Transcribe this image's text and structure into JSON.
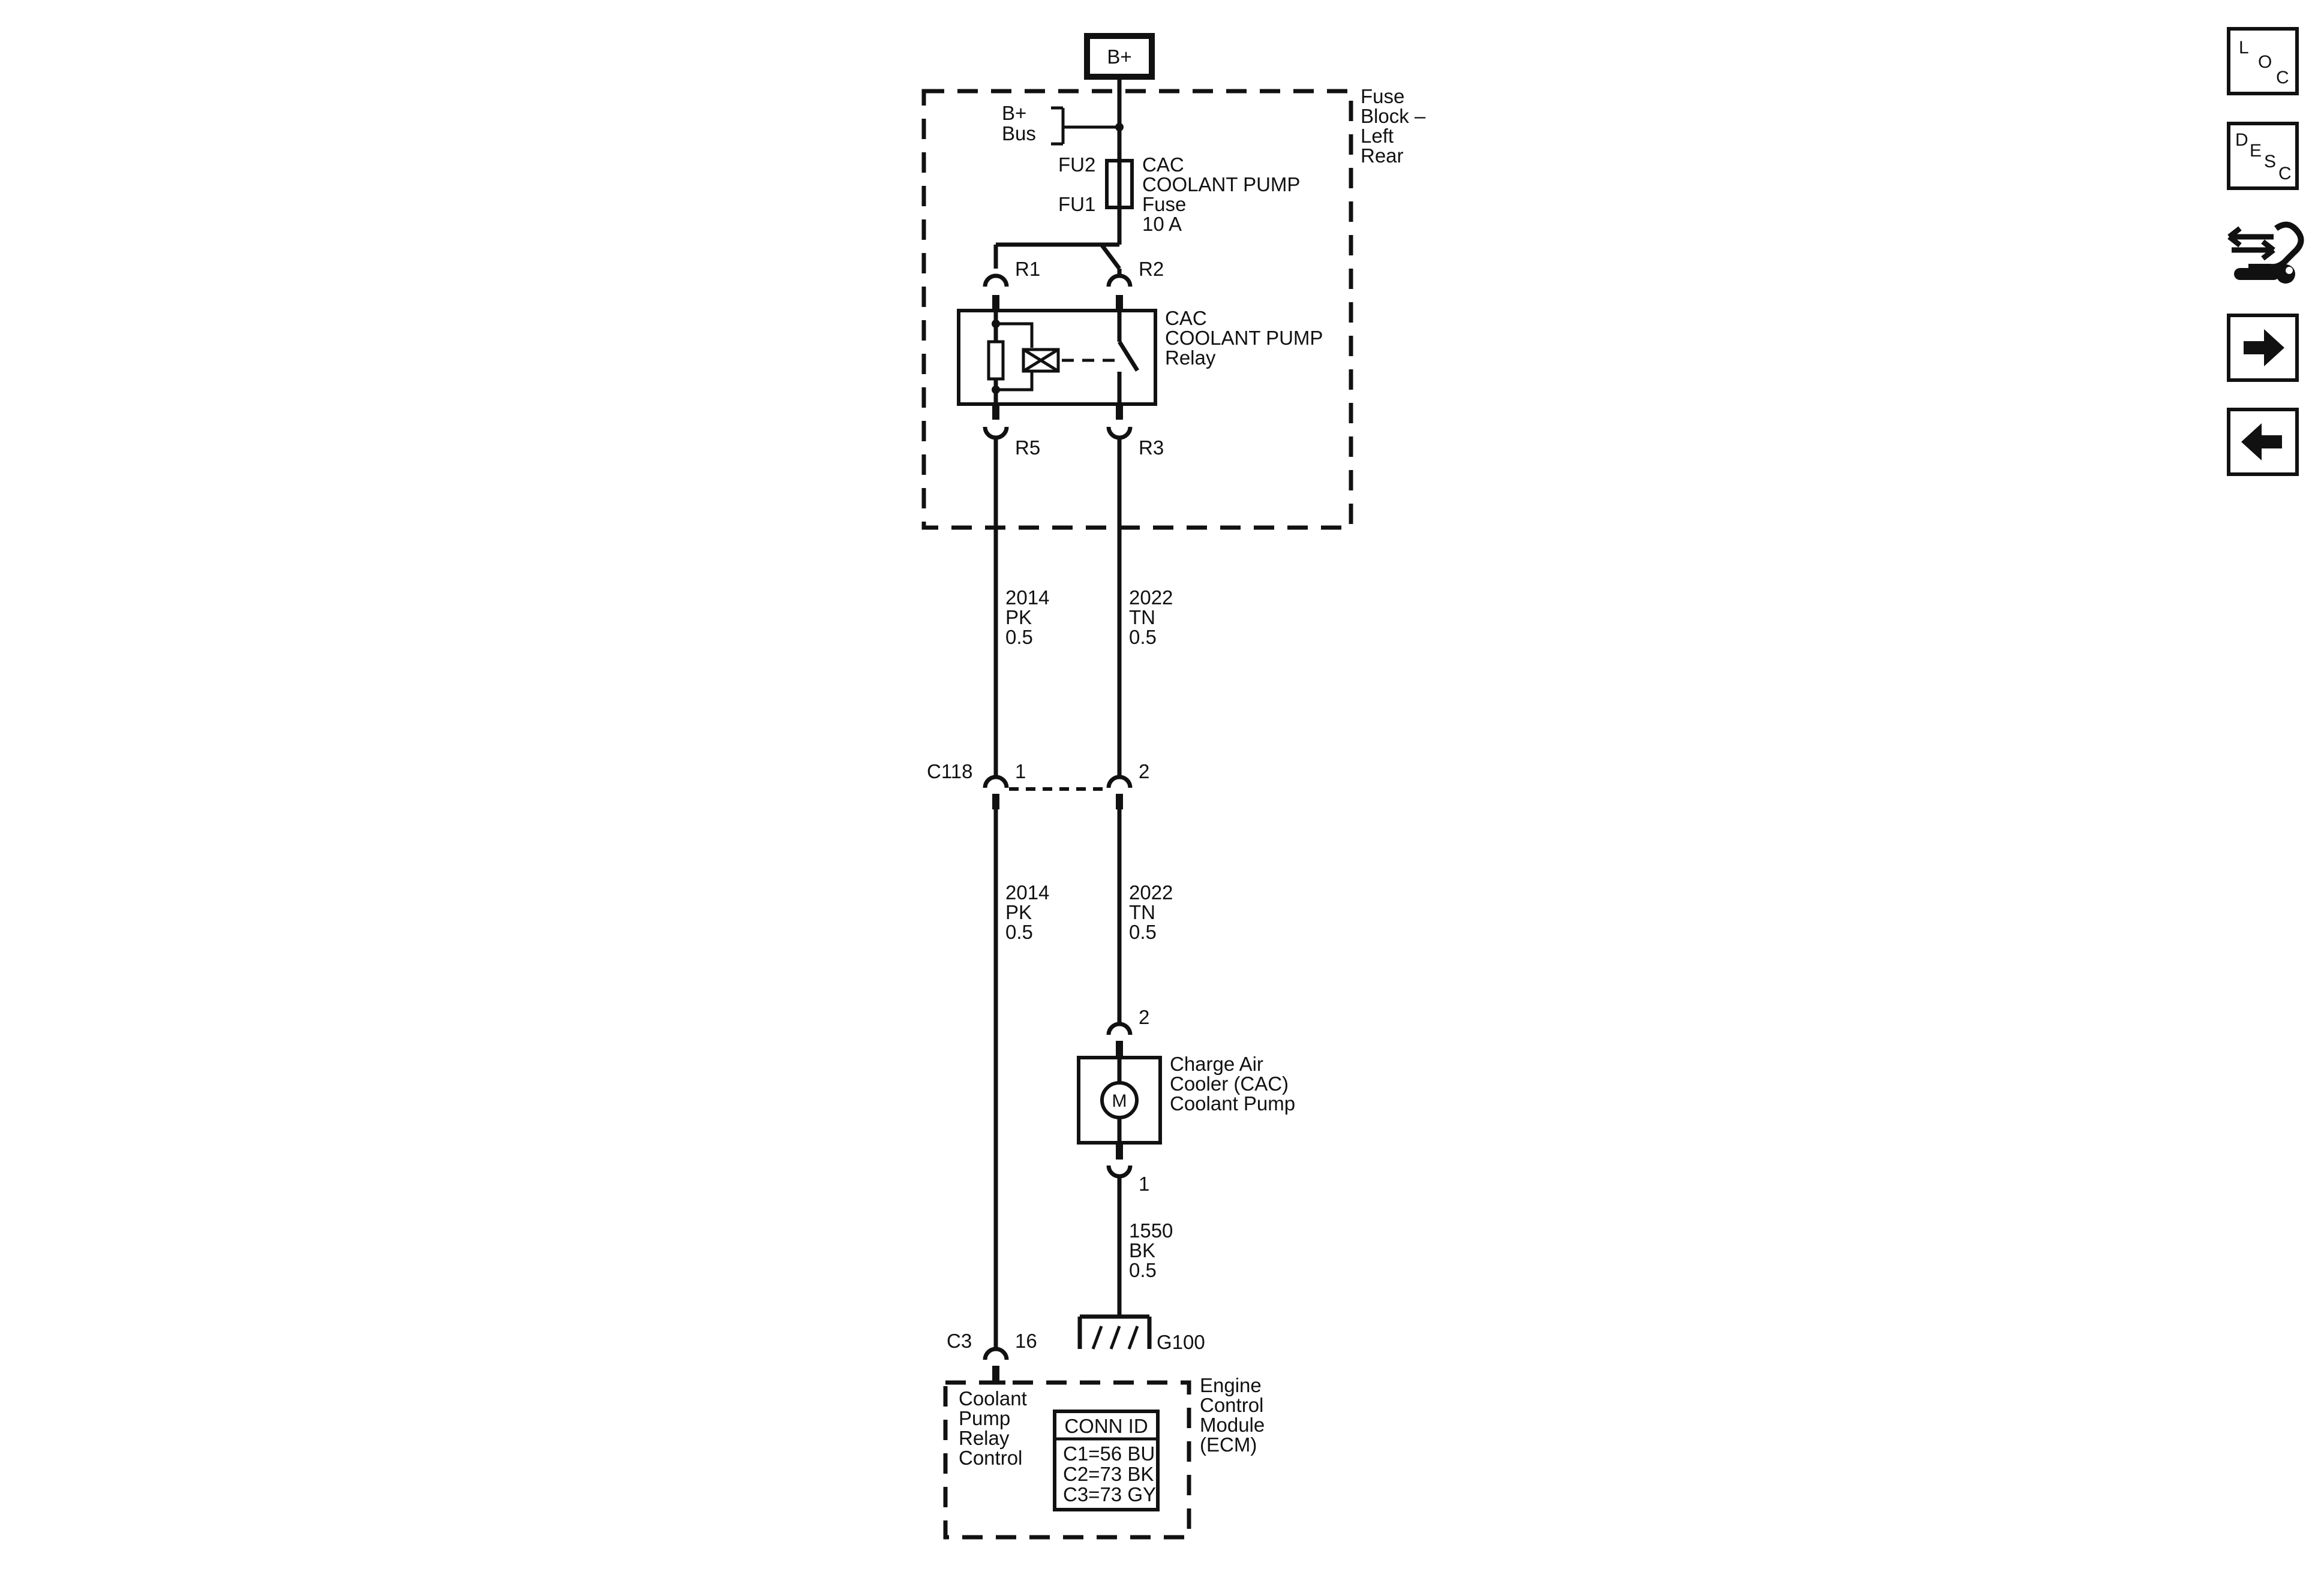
{
  "supply": {
    "label": "B+"
  },
  "fuse_block": {
    "name_lines": [
      "Fuse",
      "Block –",
      "Left",
      "Rear"
    ],
    "bus_lines": [
      "B+",
      "Bus"
    ],
    "fuse_pins": [
      "FU2",
      "FU1"
    ],
    "fuse_lines": [
      "CAC",
      "COOLANT PUMP",
      "Fuse",
      "10 A"
    ]
  },
  "relay": {
    "name_lines": [
      "CAC",
      "COOLANT PUMP",
      "Relay"
    ],
    "pins": {
      "r1": "R1",
      "r2": "R2",
      "r3": "R3",
      "r5": "R5"
    }
  },
  "wires": {
    "pk_upper": [
      "2014",
      "PK",
      "0.5"
    ],
    "tn_upper": [
      "2022",
      "TN",
      "0.5"
    ],
    "pk_lower": [
      "2014",
      "PK",
      "0.5"
    ],
    "tn_lower": [
      "2022",
      "TN",
      "0.5"
    ],
    "bk": [
      "1550",
      "BK",
      "0.5"
    ]
  },
  "connector_c118": {
    "name": "C118",
    "pin1": "1",
    "pin2": "2"
  },
  "pump": {
    "name_lines": [
      "Charge Air",
      "Cooler (CAC)",
      "Coolant Pump"
    ],
    "motor_symbol": "M",
    "pin_top": "2",
    "pin_bottom": "1"
  },
  "ground": {
    "label": "G100"
  },
  "ecm": {
    "connector": "C3",
    "pin": "16",
    "circuit_lines": [
      "Coolant",
      "Pump",
      "Relay",
      "Control"
    ],
    "name_lines": [
      "Engine",
      "Control",
      "Module",
      "(ECM)"
    ],
    "conn_id": {
      "title": "CONN ID",
      "rows": [
        "C1=56 BU",
        "C2=73 BK",
        "C3=73 GY"
      ]
    }
  },
  "nav": {
    "loc": [
      "L",
      "O",
      "C"
    ],
    "desc": [
      "D",
      "E",
      "S",
      "C"
    ],
    "icons": [
      "location-icon",
      "description-icon",
      "connector-tool-icon",
      "arrow-right-icon",
      "arrow-left-icon"
    ]
  }
}
